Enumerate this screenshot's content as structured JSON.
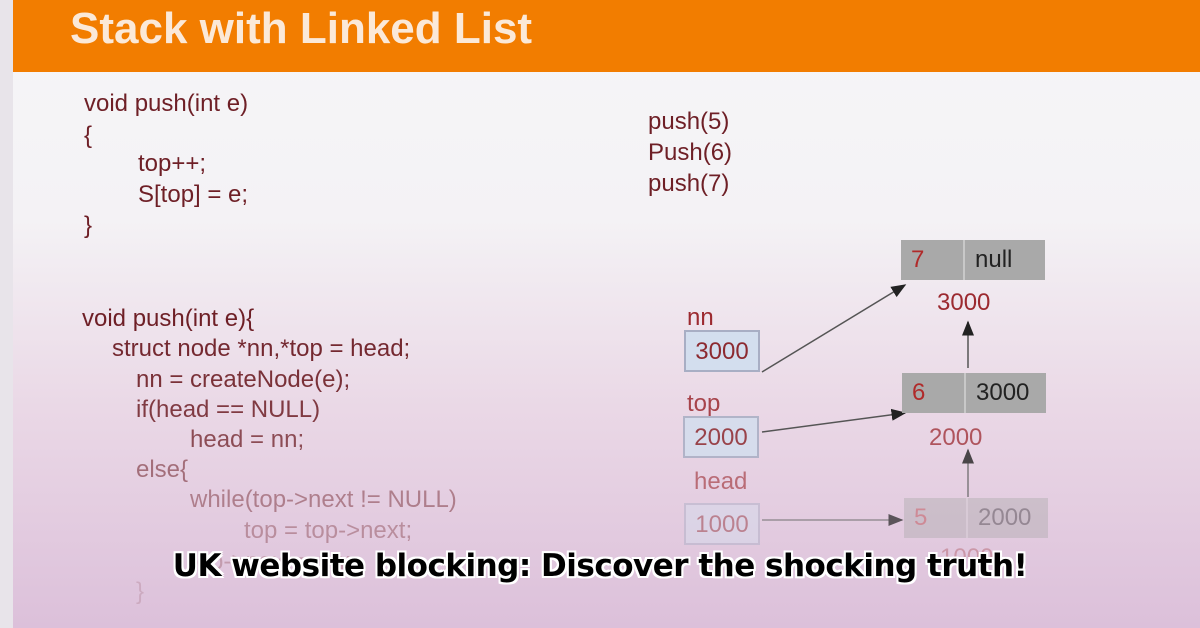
{
  "slide": {
    "title": "Stack with Linked List",
    "array_code": [
      "void push(int e)",
      "{",
      "top++;",
      "S[top] = e;",
      "}"
    ],
    "list_code": [
      "void push(int e){",
      "struct node *nn,*top = head;",
      "nn = createNode(e);",
      "if(head == NULL)",
      "head = nn;",
      "else{",
      "while(top->next != NULL)",
      "top = top->next;",
      "top->next = nn;",
      "}"
    ],
    "operations": [
      "push(5)",
      "Push(6)",
      "push(7)"
    ],
    "pointers": [
      {
        "label": "nn",
        "value": "3000"
      },
      {
        "label": "top",
        "value": "2000"
      },
      {
        "label": "head",
        "value": "1000"
      }
    ],
    "nodes": [
      {
        "data": "7",
        "next": "null",
        "address": "3000"
      },
      {
        "data": "6",
        "next": "3000",
        "address": "2000"
      },
      {
        "data": "5",
        "next": "2000",
        "address": "1000"
      }
    ]
  },
  "caption": "UK website blocking: Discover the shocking truth!",
  "colors": {
    "header": "#f27d00",
    "code_text": "#6e1f26",
    "node_fill": "#a9a9a9",
    "pointer_fill": "#d3deee"
  }
}
